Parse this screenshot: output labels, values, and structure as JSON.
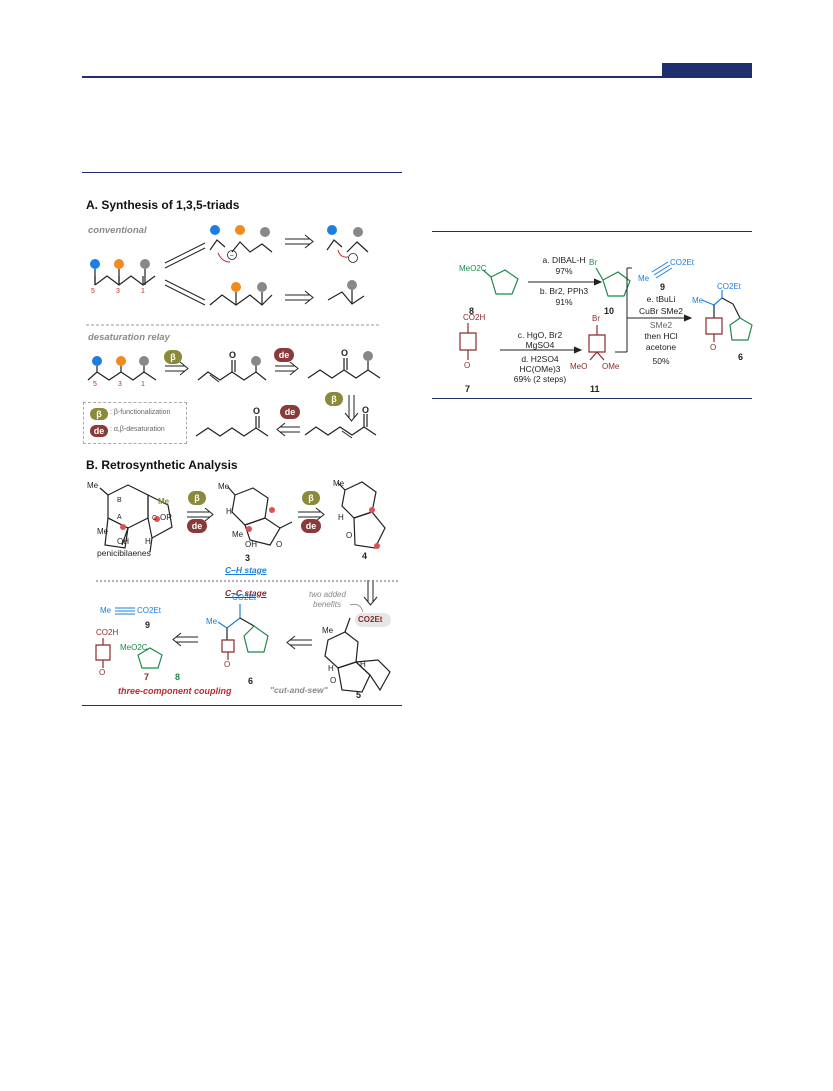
{
  "header": {
    "tab_color": "#1f2f6e",
    "line_color": "#1f2f6e"
  },
  "scheme_left": {
    "section_a_title": "A. Synthesis of 1,3,5-triads",
    "conventional_label": "conventional",
    "relay_label": "desaturation relay",
    "pill_beta": "β",
    "pill_de": "de",
    "legend_beta": ": β-functionalization",
    "legend_de": ": α,β-desaturation",
    "triad_numbers": [
      "5",
      "3",
      "1"
    ],
    "ketone_o": "O",
    "section_b_title": "B. Retrosynthetic Analysis",
    "penicibilaenes_label": "penicibilaenes",
    "cmpd_3": "3",
    "cmpd_4": "4",
    "cmpd_5": "5",
    "cmpd_6": "6",
    "cmpd_7": "7",
    "cmpd_8": "8",
    "cmpd_9": "9",
    "ch_stage": "C–H stage",
    "cc_stage": "C–C stage",
    "two_added": "two added",
    "benefits": "benefits",
    "co2et": "CO2Et",
    "cut_and_sew": "\"cut-and-sew\"",
    "three_component": "three-component coupling",
    "me": "Me",
    "oh": "OH",
    "or": "OR",
    "h": "H",
    "co2h": "CO2H",
    "meo2c": "MeO2C",
    "ring_a": "A",
    "ring_b": "B",
    "ring_c": "C"
  },
  "scheme_right": {
    "cmpd_8": "8",
    "cmpd_10": "10",
    "cmpd_7": "7",
    "cmpd_11": "11",
    "cmpd_9": "9",
    "cmpd_6": "6",
    "cond_a": "a. DIBAL-H",
    "yield_a": "97%",
    "cond_b": "b. Br2, PPh3",
    "yield_b": "91%",
    "cond_c": "c. HgO, Br2",
    "cond_c2": "MgSO4",
    "cond_d": "d. H2SO4",
    "cond_d2": "HC(OMe)3",
    "yield_cd": "69% (2 steps)",
    "cond_e": "e. tBuLi",
    "cond_e2": "CuBr SMe2",
    "cond_e3": "SMe2",
    "cond_e4": "then HCl",
    "cond_e5": "acetone",
    "yield_e": "50%",
    "meo2c": "MeO2C",
    "br": "Br",
    "co2h": "CO2H",
    "o": "O",
    "meo": "MeO",
    "ome": "OMe",
    "me": "Me",
    "co2et": "CO2Et"
  },
  "colors": {
    "blue": "#1a7fe0",
    "orange": "#f28a1c",
    "gray": "#888888",
    "red": "#c0282d",
    "green": "#1e8a4a",
    "maroon": "#8b2a2a",
    "olive": "#8a8a3a"
  }
}
